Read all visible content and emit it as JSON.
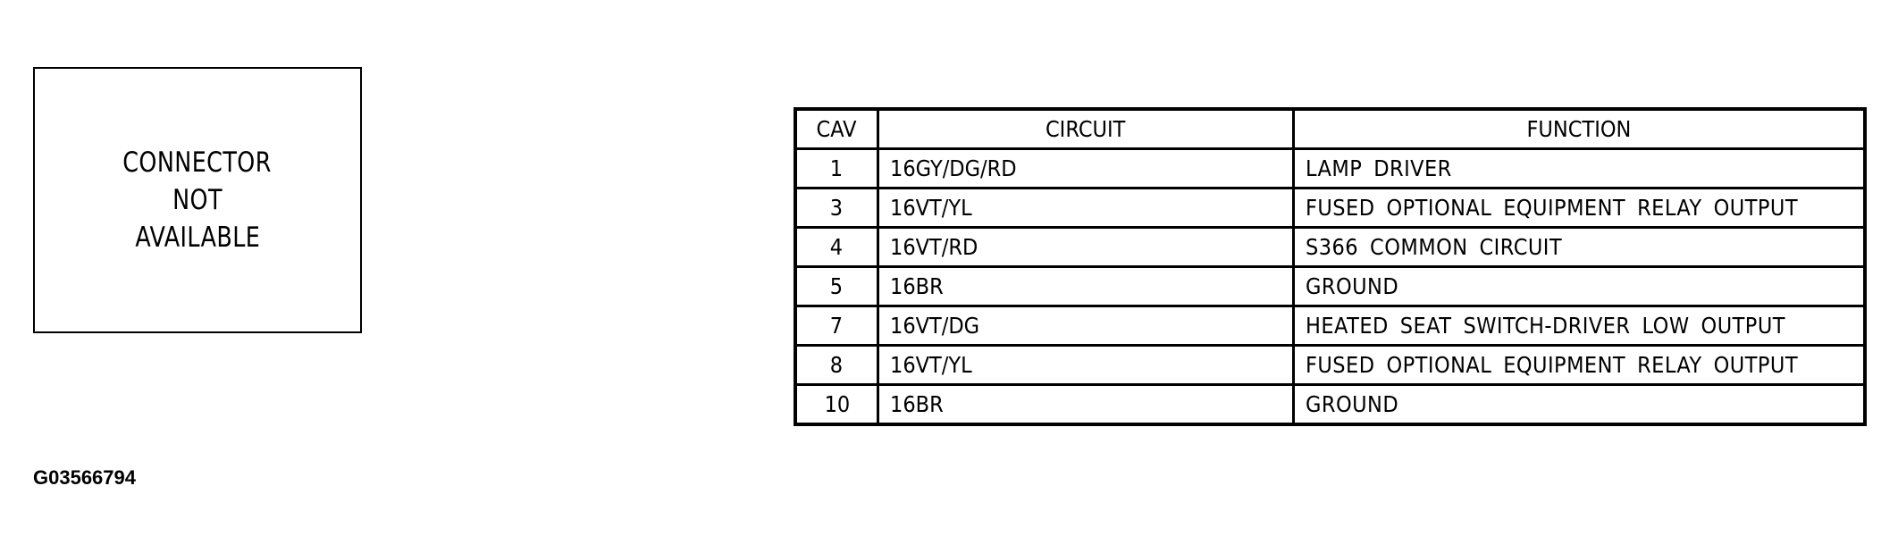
{
  "connector_box": {
    "lines": [
      "CONNECTOR",
      "NOT",
      "AVAILABLE"
    ]
  },
  "figure_id": "G03566794",
  "table": {
    "headers": [
      "CAV",
      "CIRCUIT",
      "FUNCTION"
    ],
    "rows": [
      {
        "cav": "1",
        "circuit": "16GY/DG/RD",
        "function": "LAMP DRIVER"
      },
      {
        "cav": "3",
        "circuit": "16VT/YL",
        "function": "FUSED OPTIONAL EQUIPMENT RELAY OUTPUT"
      },
      {
        "cav": "4",
        "circuit": "16VT/RD",
        "function": "S366 COMMON CIRCUIT"
      },
      {
        "cav": "5",
        "circuit": "16BR",
        "function": "GROUND"
      },
      {
        "cav": "7",
        "circuit": "16VT/DG",
        "function": "HEATED SEAT SWITCH-DRIVER LOW OUTPUT"
      },
      {
        "cav": "8",
        "circuit": "16VT/YL",
        "function": "FUSED OPTIONAL EQUIPMENT RELAY OUTPUT"
      },
      {
        "cav": "10",
        "circuit": "16BR",
        "function": "GROUND"
      }
    ]
  }
}
